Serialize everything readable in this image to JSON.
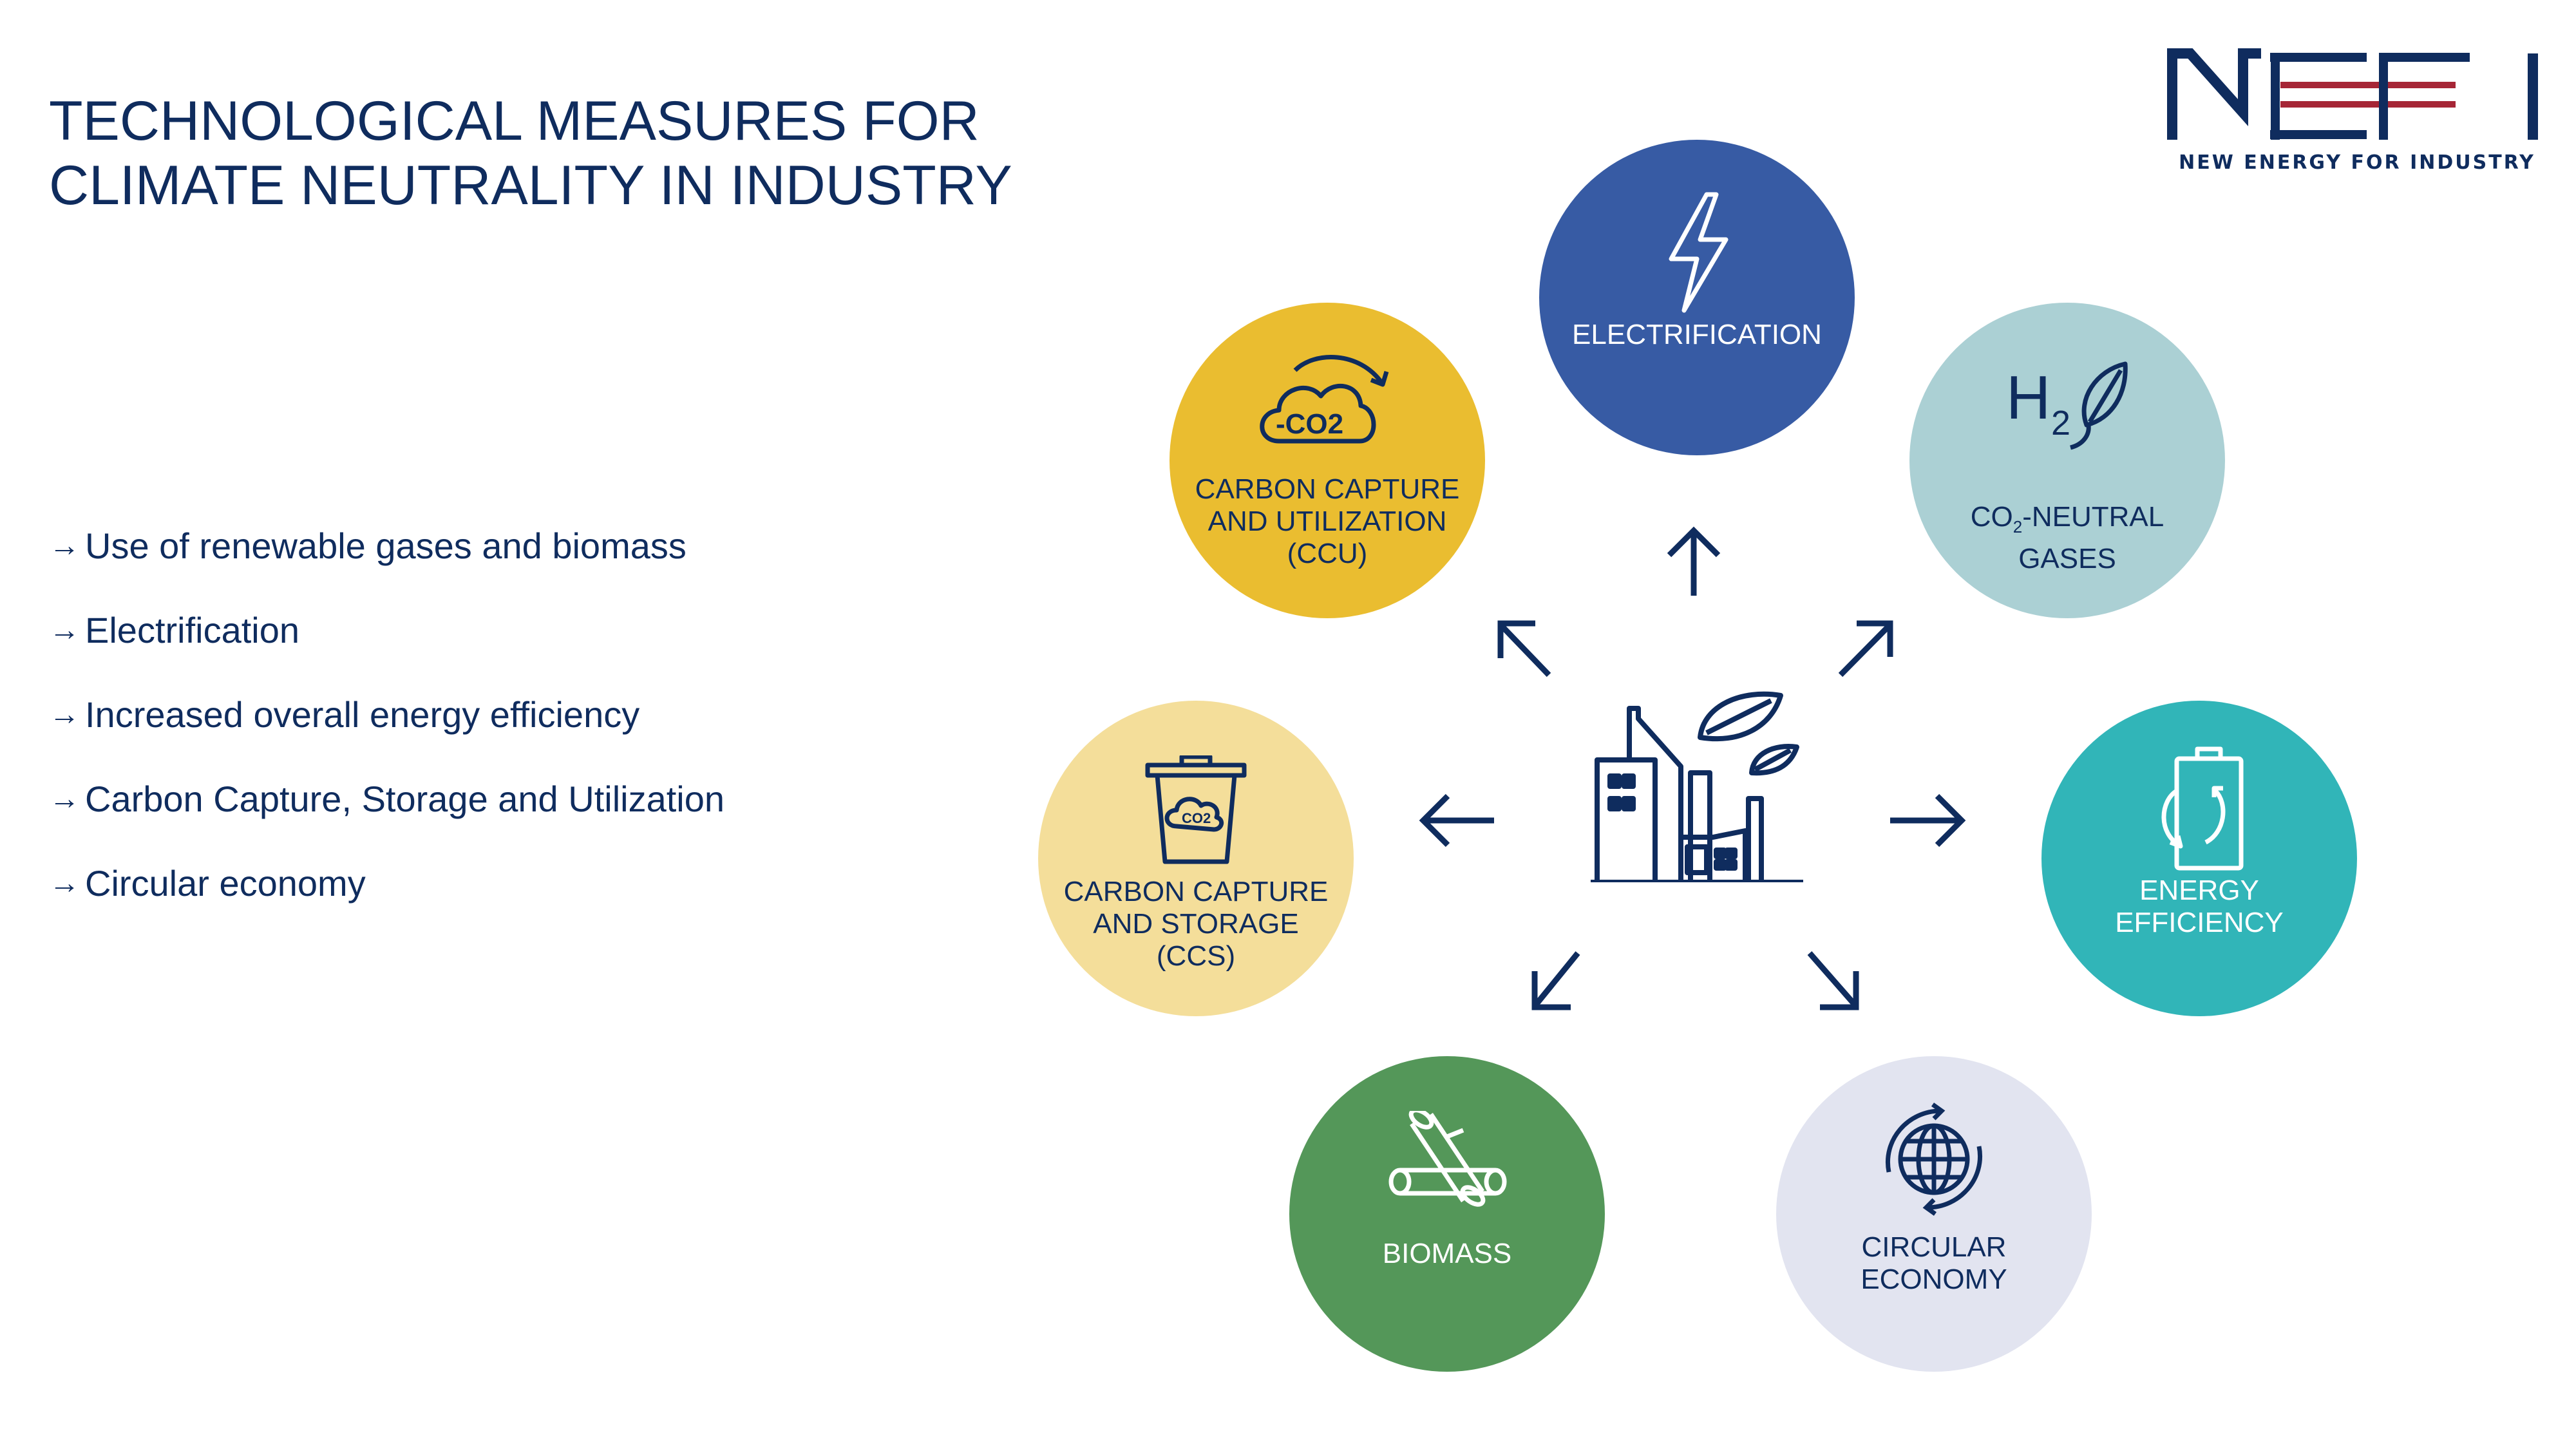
{
  "title": {
    "line1": "TECHNOLOGICAL MEASURES FOR",
    "line2": "CLIMATE NEUTRALITY IN INDUSTRY"
  },
  "bullets": [
    "Use of renewable gases and biomass",
    "Electrification",
    "Increased overall energy efficiency",
    "Carbon Capture, Storage and Utilization",
    "Circular economy"
  ],
  "bullet_arrow": "→",
  "logo": {
    "wordmark": "NEFI",
    "tagline": "NEW ENERGY FOR INDUSTRY"
  },
  "circles": {
    "electrification": {
      "label": "ELECTRIFICATION",
      "color": "#375ba4",
      "icon": "lightning-icon"
    },
    "co2_neutral_gases": {
      "label_prefix": "CO",
      "label_sub": "2",
      "label_rest": "-NEUTRAL\nGASES",
      "color": "#abd0d4",
      "icon": "hydrogen-leaf-icon"
    },
    "energy_efficiency": {
      "label": "ENERGY\nEFFICIENCY",
      "color": "#31b5b8",
      "icon": "battery-cycle-icon"
    },
    "circular_economy": {
      "label": "CIRCULAR\nECONOMY",
      "color": "#e2e4f0",
      "icon": "globe-cycle-icon"
    },
    "biomass": {
      "label": "BIOMASS",
      "color": "#549759",
      "icon": "logs-icon"
    },
    "ccs": {
      "label": "CARBON CAPTURE\nAND STORAGE\n(CCS)",
      "color": "#f4de9a",
      "icon": "co2-bin-icon",
      "icon_text": "CO2"
    },
    "ccu": {
      "label": "CARBON CAPTURE\nAND UTILIZATION\n(CCU)",
      "color": "#eabd30",
      "icon": "co2-cloud-cycle-icon",
      "icon_text": "-CO2"
    }
  },
  "hub": {
    "icon": "factory-leaf-icon"
  },
  "colors": {
    "navy": "#0f2c5e",
    "logo_red": "#a62636",
    "white": "#ffffff"
  }
}
